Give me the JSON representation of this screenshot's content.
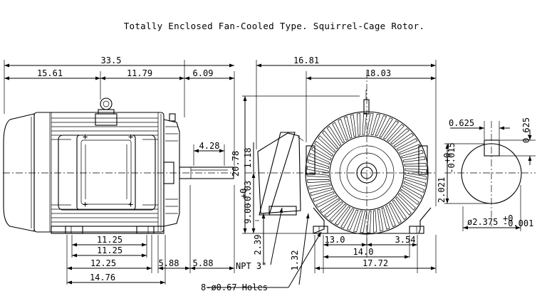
{
  "title": "Totally Enclosed Fan-Cooled Type. Squirrel-Cage Rotor.",
  "side_view": {
    "overall_length": "33.5",
    "rear_to_mount": "15.61",
    "mount_to_face": "11.79",
    "shaft_extension": "6.09",
    "keyway_length": "4.28",
    "foot_hole_span_1": "11.25",
    "foot_hole_span_2": "11.25",
    "foot_length": "12.25",
    "base_length": "14.76",
    "shaft_offset_1": "5.88",
    "shaft_offset_2": "5.88"
  },
  "front_view": {
    "top_width": "16.81",
    "right_width": "18.03",
    "shaft_height": "20.78",
    "conduit_offset": "1.18",
    "center_height": "9.00",
    "center_tolerance_plus": "+0",
    "center_tolerance_minus": "-0.03",
    "foot_height": "2.39",
    "foot_thickness": "1.32",
    "hole_span": "13.0",
    "foot_edge": "3.54",
    "foot_spacing": "14.0",
    "base_width": "17.72",
    "conduit_label": "NPT 3\"",
    "holes_label": "8-ø0.67 Holes"
  },
  "shaft_end": {
    "key_width": "0.625",
    "key_height": "0.625",
    "key_depth": "2.021",
    "key_depth_tolerance_plus": "+0",
    "key_depth_tolerance_minus": "-0.015",
    "shaft_diameter": "ø2.375",
    "shaft_tolerance_plus": "+0",
    "shaft_tolerance_minus": "-0.001"
  }
}
